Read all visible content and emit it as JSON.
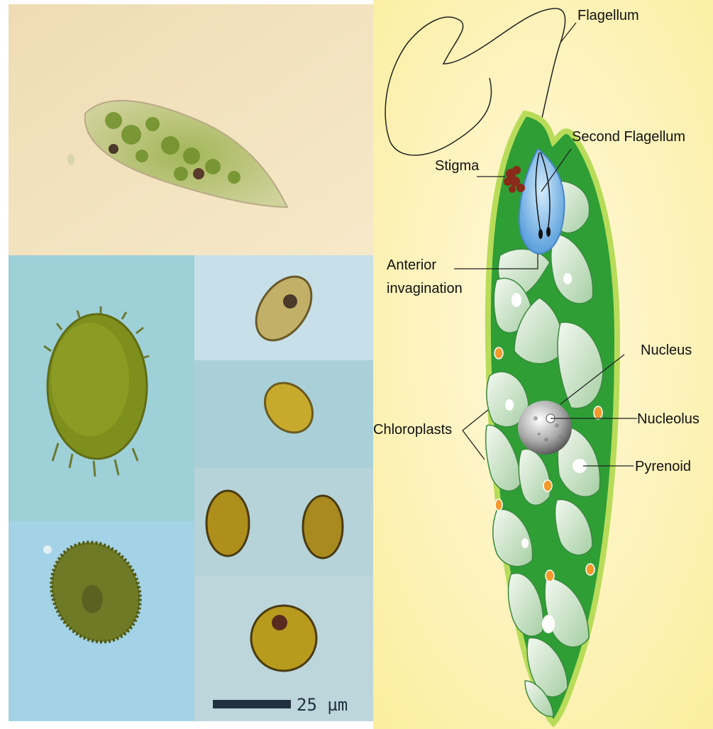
{
  "diagram": {
    "labels": {
      "flagellum": "Flagellum",
      "second_flagellum": "Second Flagellum",
      "stigma": "Stigma",
      "anterior_invagination_line1": "Anterior",
      "anterior_invagination_line2": "invagination",
      "nucleus": "Nucleus",
      "nucleolus": "Nucleolus",
      "chloroplasts": "Chloroplasts",
      "pyrenoid": "Pyrenoid"
    }
  },
  "photos": {
    "scale_bar_label": "25 µm"
  },
  "colors": {
    "cell_green": "#2e9e35",
    "cell_rim": "#b8dc5a",
    "chloroplast": "#d8ecd6",
    "reservoir_blue": "#7ab8e8",
    "stigma_red": "#8a2a1a",
    "granule_orange": "#f39a2a",
    "background_cream": "#fdf4c6",
    "photo_beige": "#f2e2be",
    "photo_blue": "#a8d4de"
  }
}
